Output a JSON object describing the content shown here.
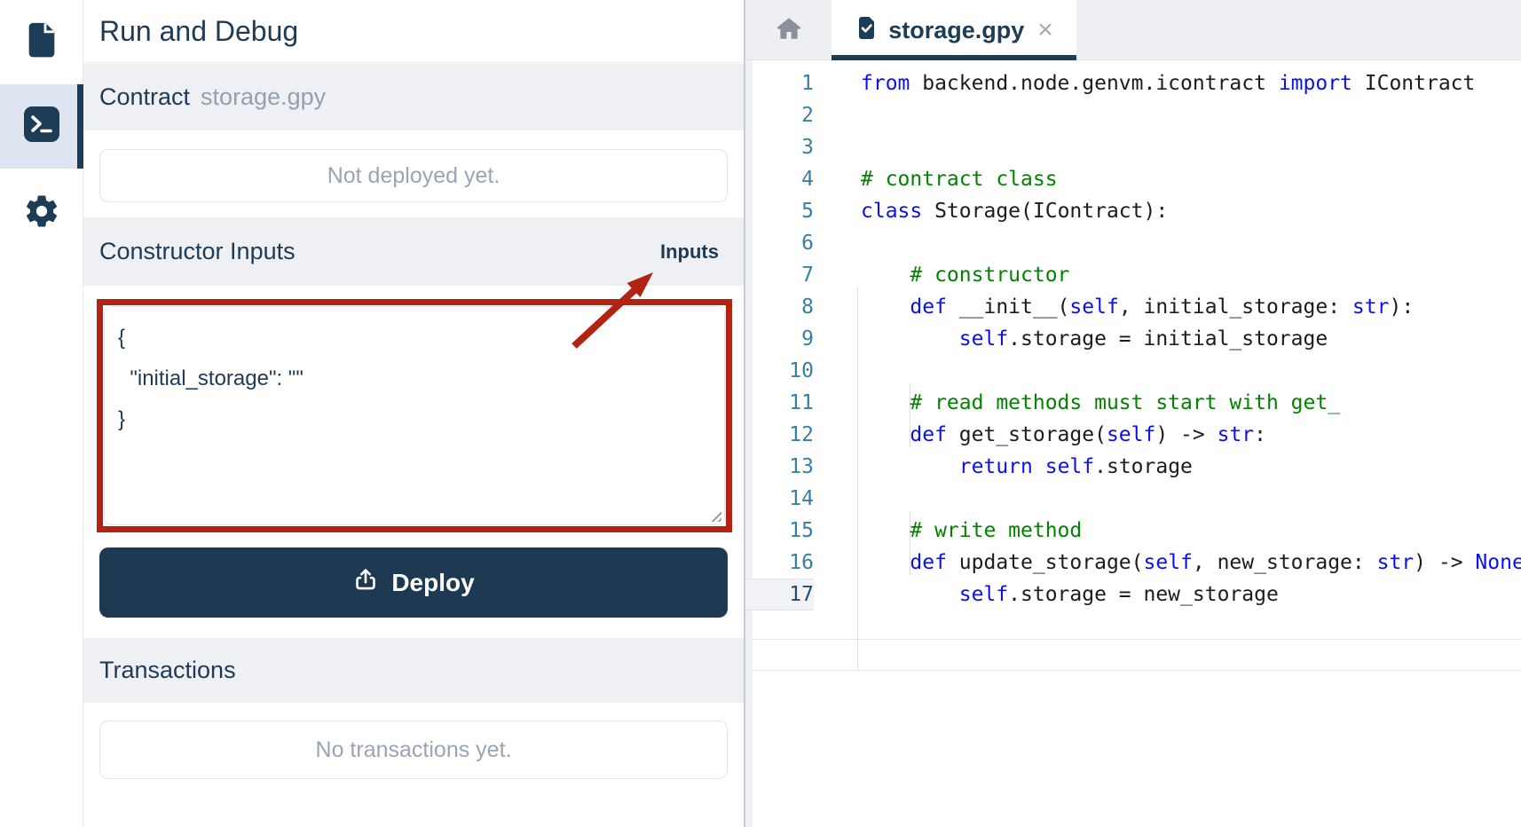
{
  "sidebar": {
    "items": [
      {
        "id": "files",
        "icon": "file-icon",
        "active": false
      },
      {
        "id": "run-debug",
        "icon": "terminal-icon",
        "active": true
      },
      {
        "id": "settings",
        "icon": "gear-icon",
        "active": false
      }
    ]
  },
  "panel": {
    "title": "Run and Debug",
    "contract_label": "Contract",
    "contract_file": "storage.gpy",
    "deploy_status": "Not deployed yet.",
    "constructor_section": "Constructor Inputs",
    "inputs_badge": "Inputs",
    "constructor_json": "{\n  \"initial_storage\": \"\"\n}",
    "deploy_button": "Deploy",
    "transactions_section": "Transactions",
    "transactions_empty": "No transactions yet."
  },
  "editor": {
    "tab": {
      "title": "storage.gpy",
      "close": "×"
    },
    "lines": [
      {
        "n": 1,
        "t": [
          [
            "k",
            "from"
          ],
          [
            "d",
            " backend.node.genvm.icontract "
          ],
          [
            "k",
            "import"
          ],
          [
            "d",
            " IContract"
          ]
        ]
      },
      {
        "n": 2,
        "t": []
      },
      {
        "n": 3,
        "t": []
      },
      {
        "n": 4,
        "t": [
          [
            "c",
            "# contract class"
          ]
        ]
      },
      {
        "n": 5,
        "t": [
          [
            "k",
            "class"
          ],
          [
            "d",
            " Storage(IContract):"
          ]
        ]
      },
      {
        "n": 6,
        "t": []
      },
      {
        "n": 7,
        "t": [
          [
            "d",
            "    "
          ],
          [
            "c",
            "# constructor"
          ]
        ]
      },
      {
        "n": 8,
        "t": [
          [
            "d",
            "    "
          ],
          [
            "k",
            "def"
          ],
          [
            "d",
            " __init__("
          ],
          [
            "k",
            "self"
          ],
          [
            "d",
            ", initial_storage: "
          ],
          [
            "k",
            "str"
          ],
          [
            "d",
            "):"
          ]
        ]
      },
      {
        "n": 9,
        "t": [
          [
            "d",
            "        "
          ],
          [
            "k",
            "self"
          ],
          [
            "d",
            ".storage = initial_storage"
          ]
        ]
      },
      {
        "n": 10,
        "t": []
      },
      {
        "n": 11,
        "t": [
          [
            "d",
            "    "
          ],
          [
            "c",
            "# read methods must start with get_"
          ]
        ]
      },
      {
        "n": 12,
        "t": [
          [
            "d",
            "    "
          ],
          [
            "k",
            "def"
          ],
          [
            "d",
            " get_storage("
          ],
          [
            "k",
            "self"
          ],
          [
            "d",
            ") -> "
          ],
          [
            "k",
            "str"
          ],
          [
            "d",
            ":"
          ]
        ]
      },
      {
        "n": 13,
        "t": [
          [
            "d",
            "        "
          ],
          [
            "k",
            "return"
          ],
          [
            "d",
            " "
          ],
          [
            "k",
            "self"
          ],
          [
            "d",
            ".storage"
          ]
        ]
      },
      {
        "n": 14,
        "t": []
      },
      {
        "n": 15,
        "t": [
          [
            "d",
            "    "
          ],
          [
            "c",
            "# write method"
          ]
        ]
      },
      {
        "n": 16,
        "t": [
          [
            "d",
            "    "
          ],
          [
            "k",
            "def"
          ],
          [
            "d",
            " update_storage("
          ],
          [
            "k",
            "self"
          ],
          [
            "d",
            ", new_storage: "
          ],
          [
            "k",
            "str"
          ],
          [
            "d",
            ") -> "
          ],
          [
            "k",
            "None"
          ]
        ]
      },
      {
        "n": 17,
        "a": true,
        "t": [
          [
            "d",
            "        "
          ],
          [
            "k",
            "self"
          ],
          [
            "d",
            ".storage = new_storage"
          ]
        ]
      }
    ]
  },
  "annotation": {
    "color": "#b22314"
  }
}
